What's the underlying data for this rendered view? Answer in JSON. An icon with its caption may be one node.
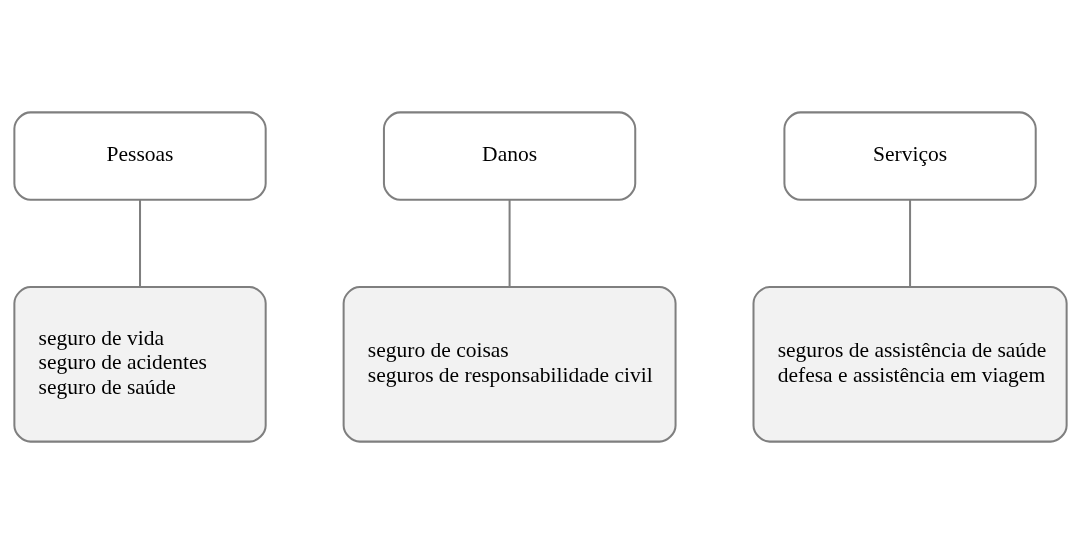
{
  "diagram": {
    "nodes": [
      {
        "text": [
          "Pessoas"
        ]
      },
      {
        "text": [
          "Danos"
        ]
      },
      {
        "text": [
          "Serviços"
        ]
      },
      {
        "text": [
          "seguro de vida",
          "seguro de acidentes",
          "seguro de saúde"
        ]
      },
      {
        "text": [
          "seguro de coisas",
          "seguros de responsabilidade civil"
        ]
      },
      {
        "text": [
          "seguros de assistência de saúde",
          "defesa e assistência em viagem"
        ]
      }
    ],
    "edges": [
      {
        "from": 0,
        "to": 3,
        "arrow": "none"
      },
      {
        "from": 1,
        "to": 4,
        "arrow": "none"
      },
      {
        "from": 2,
        "to": 5,
        "arrow": "none"
      }
    ]
  }
}
